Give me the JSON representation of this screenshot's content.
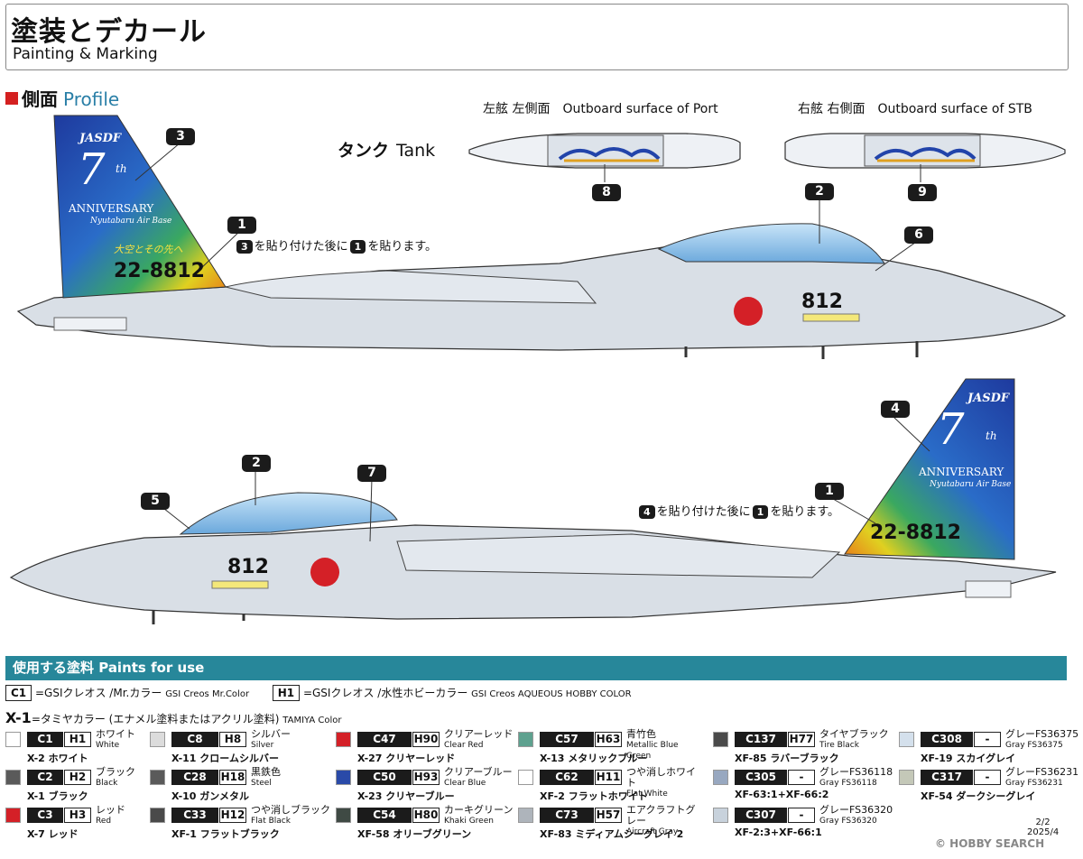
{
  "header": {
    "title": "塗装とデカール",
    "subtitle": "Painting & Marking"
  },
  "profile": {
    "title_jp": "側面",
    "title_en": "Profile"
  },
  "tank": {
    "label_jp": "タンク",
    "label_en": "Tank",
    "port_label": "左舷 左側面　Outboard surface of Port",
    "stb_label": "右舷 右側面　Outboard surface of STB"
  },
  "callouts": {
    "n1": "1",
    "n2": "2",
    "n3": "3",
    "n4": "4",
    "n5": "5",
    "n6": "6",
    "n7": "7",
    "n8": "8",
    "n9": "9"
  },
  "notes": {
    "upper": {
      "first": "3",
      "mid": "を貼り付けた後に",
      "second": "1",
      "end": "を貼ります。"
    },
    "lower": {
      "first": "4",
      "mid": "を貼り付けた後に",
      "second": "1",
      "end": "を貼ります。"
    }
  },
  "aircraft": {
    "serial": "22-8812",
    "number": "812",
    "jasdf": "JASDF",
    "seven": "7",
    "th": "th",
    "anniversary": "ANNIVERSARY",
    "base": "Nyutabaru Air Base",
    "motto": "大空とその先へ"
  },
  "paints": {
    "title": "使用する塗料 Paints for use",
    "legend": {
      "c_code": "C1",
      "c_text": "=GSIクレオス /Mr.カラー",
      "c_en": "GSI Creos Mr.Color",
      "h_code": "H1",
      "h_text": "=GSIクレオス /水性ホビーカラー",
      "h_en": "GSI Creos AQUEOUS HOBBY COLOR",
      "x_code": "X-1",
      "x_text": "=タミヤカラー (エナメル塗料またはアクリル塗料)",
      "x_en": "TAMIYA Color"
    },
    "items": [
      {
        "c": "C1",
        "h": "H1",
        "jp": "ホワイト",
        "en": "White",
        "tm": "X-2 ホワイト",
        "color": "#ffffff"
      },
      {
        "c": "C2",
        "h": "H2",
        "jp": "ブラック",
        "en": "Black",
        "tm": "X-1 ブラック",
        "color": "#5a5a5a"
      },
      {
        "c": "C3",
        "h": "H3",
        "jp": "レッド",
        "en": "Red",
        "tm": "X-7 レッド",
        "color": "#d42027"
      },
      {
        "c": "C8",
        "h": "H8",
        "jp": "シルバー",
        "en": "Silver",
        "tm": "X-11 クロームシルバー",
        "color": "#dcdcdc"
      },
      {
        "c": "C28",
        "h": "H18",
        "jp": "黒鉄色",
        "en": "Steel",
        "tm": "X-10 ガンメタル",
        "color": "#5a5a5a"
      },
      {
        "c": "C33",
        "h": "H12",
        "jp": "つや消しブラック",
        "en": "Flat Black",
        "tm": "XF-1 フラットブラック",
        "color": "#4a4a4a"
      },
      {
        "c": "C47",
        "h": "H90",
        "jp": "クリアーレッド",
        "en": "Clear Red",
        "tm": "X-27 クリヤーレッド",
        "color": "#d42027"
      },
      {
        "c": "C50",
        "h": "H93",
        "jp": "クリアーブルー",
        "en": "Clear Blue",
        "tm": "X-23 クリヤーブルー",
        "color": "#2a4aa8"
      },
      {
        "c": "C54",
        "h": "H80",
        "jp": "カーキグリーン",
        "en": "Khaki Green",
        "tm": "XF-58 オリーブグリーン",
        "color": "#3f4a44"
      },
      {
        "c": "C57",
        "h": "H63",
        "jp": "青竹色",
        "en": "Metallic Blue Green",
        "tm": "X-13 メタリックブルー",
        "color": "#5ea18f"
      },
      {
        "c": "C62",
        "h": "H11",
        "jp": "つや消しホワイト",
        "en": "Flat White",
        "tm": "XF-2 フラットホワイト",
        "color": "#ffffff"
      },
      {
        "c": "C73",
        "h": "H57",
        "jp": "エアクラフトグレー",
        "en": "Aircraft Gray",
        "tm": "XF-83 ミディアムシーグレイ 2",
        "color": "#aeb4bb"
      },
      {
        "c": "C137",
        "h": "H77",
        "jp": "タイヤブラック",
        "en": "Tire Black",
        "tm": "XF-85 ラバーブラック",
        "color": "#4a4a4a"
      },
      {
        "c": "C305",
        "h": "-",
        "jp": "グレーFS36118",
        "en": "Gray FS36118",
        "tm": "XF-63:1+XF-66:2",
        "color": "#98a8c0"
      },
      {
        "c": "C307",
        "h": "-",
        "jp": "グレーFS36320",
        "en": "Gray FS36320",
        "tm": "XF-2:3+XF-66:1",
        "color": "#c8d2dc"
      },
      {
        "c": "C308",
        "h": "-",
        "jp": "グレーFS36375",
        "en": "Gray FS36375",
        "tm": "XF-19 スカイグレイ",
        "color": "#d4e0ec"
      },
      {
        "c": "C317",
        "h": "-",
        "jp": "グレーFS36231",
        "en": "Gray FS36231",
        "tm": "XF-54 ダークシーグレイ",
        "color": "#c4c8b8"
      }
    ]
  },
  "footer": {
    "page": "2/2",
    "date": "2025/4",
    "watermark": "© HOBBY SEARCH"
  }
}
